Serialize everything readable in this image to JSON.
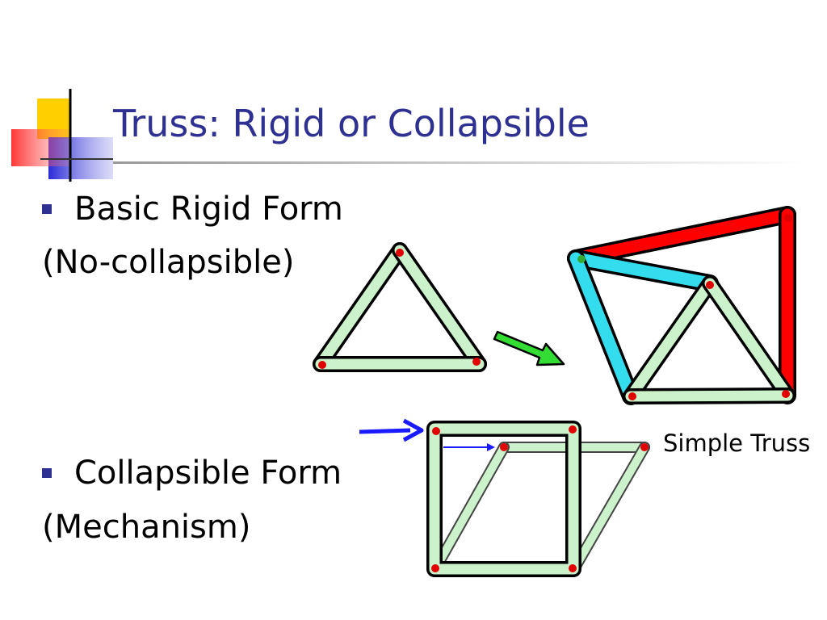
{
  "slide": {
    "title": "Truss: Rigid or Collapsible"
  },
  "bullets": [
    {
      "label": "Basic Rigid Form",
      "sub": "(No-collapsible)"
    },
    {
      "label": "Collapsible Form",
      "sub": "(Mechanism)"
    }
  ],
  "diagram": {
    "caption": "Simple Truss",
    "colors": {
      "member_fill": "#ccf2cc",
      "member_outline": "#000000",
      "joint": "#e00000",
      "red_member": "#ff0000",
      "cyan_member": "#33ddee",
      "green_arrow": "#33dd33",
      "blue_arrow": "#1a1aff",
      "title_blue": "#2e3192"
    },
    "icons": [
      "green-arrow-icon",
      "blue-arrow-icon"
    ]
  }
}
